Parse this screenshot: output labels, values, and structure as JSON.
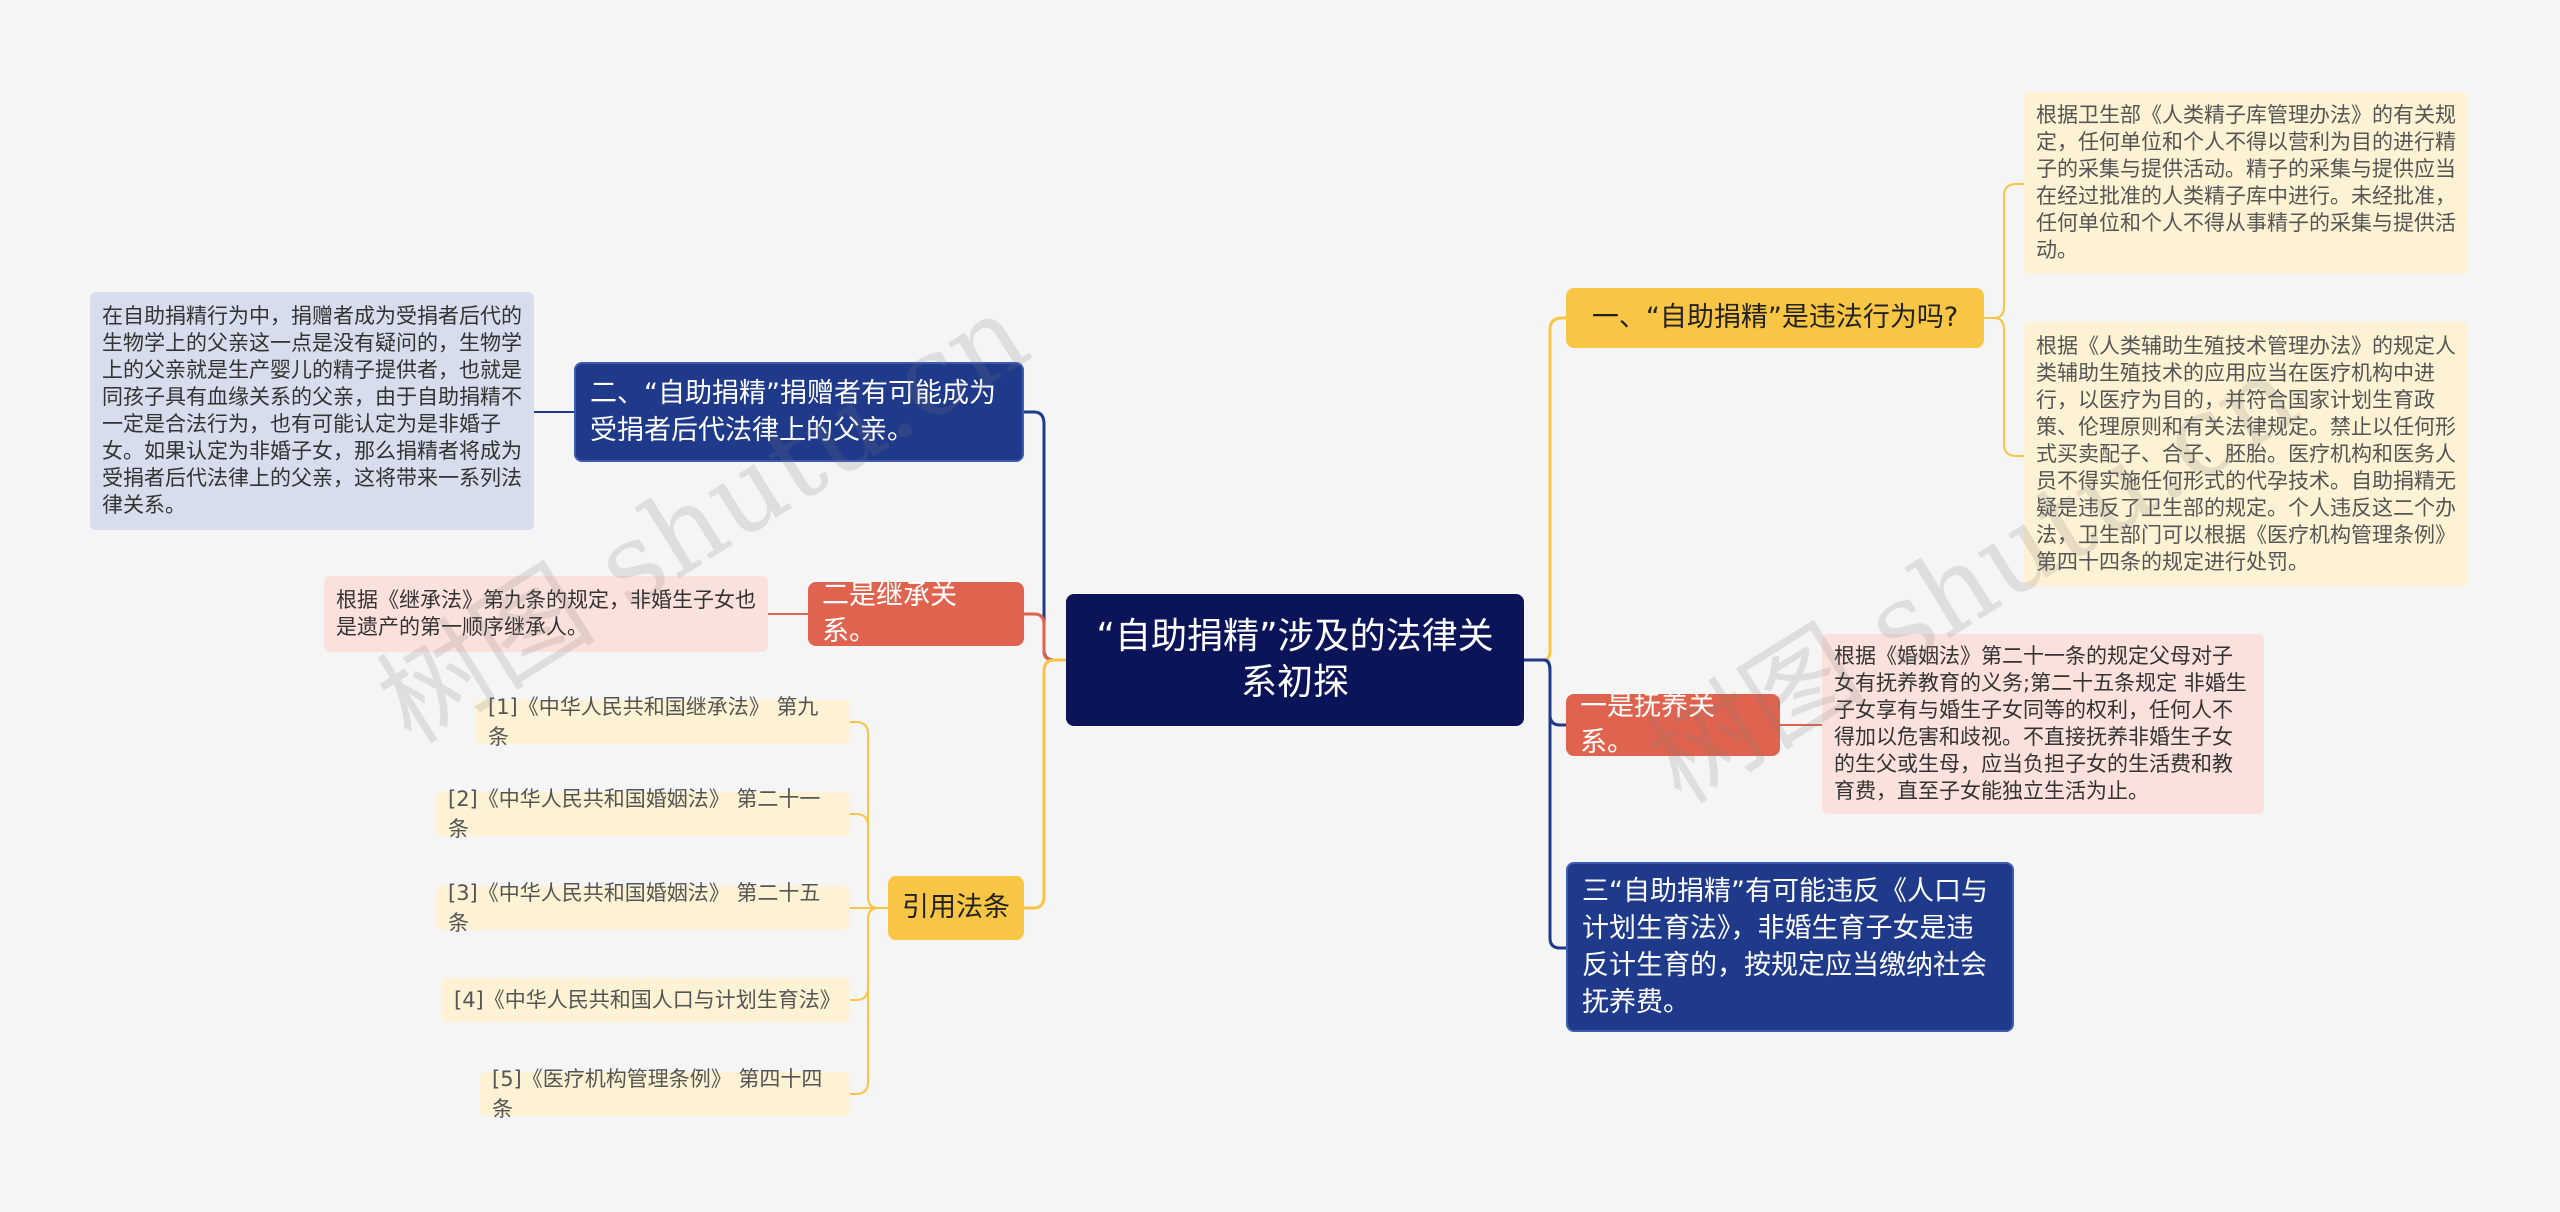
{
  "root": {
    "label": "“自助捐精”涉及的法律关系初探"
  },
  "branches": {
    "r1": {
      "label": "一、“自助捐精”是违法行为吗?",
      "details": [
        "根据卫生部《人类精子库管理办法》的有关规定，任何单位和个人不得以营利为目的进行精子的采集与提供活动。精子的采集与提供应当在经过批准的人类精子库中进行。未经批准，任何单位和个人不得从事精子的采集与提供活动。",
        "根据《人类辅助生殖技术管理办法》的规定人类辅助生殖技术的应用应当在医疗机构中进行，以医疗为目的，并符合国家计划生育政策、伦理原则和有关法律规定。禁止以任何形式买卖配子、合子、胚胎。医疗机构和医务人员不得实施任何形式的代孕技术。自助捐精无疑是违反了卫生部的规定。个人违反这二个办法，卫生部门可以根据《医疗机构管理条例》第四十四条的规定进行处罚。"
      ]
    },
    "r2": {
      "label": "一是抚养关系。",
      "detail": "根据《婚姻法》第二十一条的规定父母对子女有抚养教育的义务;第二十五条规定 非婚生子女享有与婚生子女同等的权利，任何人不得加以危害和歧视。不直接抚养非婚生子女的生父或生母，应当负担子女的生活费和教育费，直至子女能独立生活为止。"
    },
    "r3": {
      "label": "三“自助捐精”有可能违反《人口与计划生育法》，非婚生育子女是违反计生育的，按规定应当缴纳社会抚养费。"
    },
    "l1": {
      "label": "二、“自助捐精”捐赠者有可能成为受捐者后代法律上的父亲。",
      "detail": "在自助捐精行为中，捐赠者成为受捐者后代的生物学上的父亲这一点是没有疑问的，生物学上的父亲就是生产婴儿的精子提供者，也就是同孩子具有血缘关系的父亲，由于自助捐精不一定是合法行为，也有可能认定为是非婚子女。如果认定为非婚子女，那么捐精者将成为受捐者后代法律上的父亲，这将带来一系列法律关系。"
    },
    "l2": {
      "label": "二是继承关系。",
      "detail": "根据《继承法》第九条的规定，非婚生子女也是遗产的第一顺序继承人。"
    },
    "l3": {
      "label": "引用法条",
      "citations": [
        "[1]《中华人民共和国继承法》 第九条",
        "[2]《中华人民共和国婚姻法》 第二十一条",
        "[3]《中华人民共和国婚姻法》 第二十五条",
        "[4]《中华人民共和国人口与计划生育法》",
        "[5]《医疗机构管理条例》 第四十四条"
      ]
    }
  },
  "watermark": "树图 shutu.cn",
  "colors": {
    "background": "#f5f5f6",
    "root": "#0c1459",
    "blue_branch": "#1f3a8a",
    "red_branch": "#e0634f",
    "yellow_branch": "#f8c544",
    "yellow_leaf": "#fdf2d3",
    "red_leaf": "#fbe1dc",
    "blue_leaf": "#d7ddec"
  }
}
